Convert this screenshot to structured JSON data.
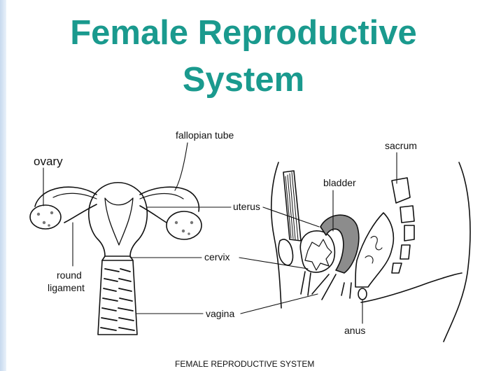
{
  "title": {
    "line1": "Female Reproductive",
    "line2": "System"
  },
  "labels": {
    "ovary": "ovary",
    "fallopian_tube": "fallopian tube",
    "uterus": "uterus",
    "cervix": "cervix",
    "round_ligament_line1": "round",
    "round_ligament_line2": "ligament",
    "vagina": "vagina",
    "sacrum": "sacrum",
    "bladder": "bladder",
    "anus": "anus"
  },
  "caption": "FEMALE REPRODUCTIVE SYSTEM"
}
